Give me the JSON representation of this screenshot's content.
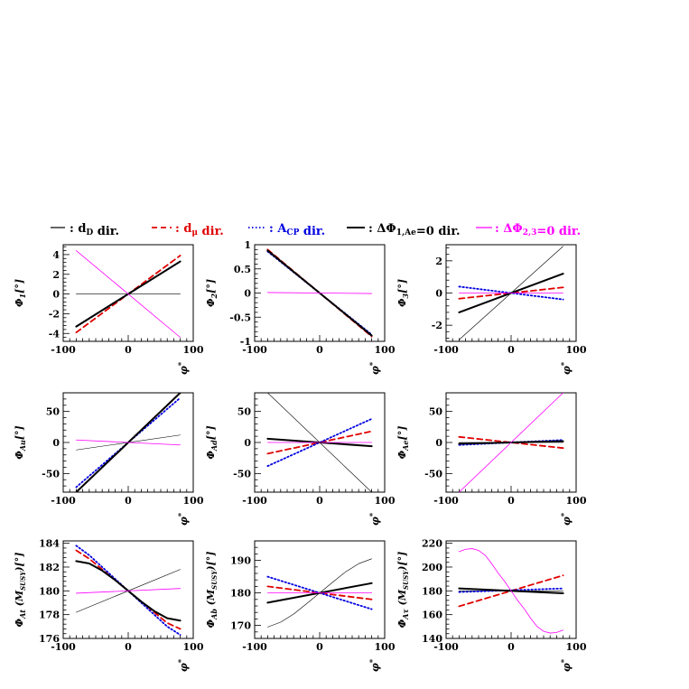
{
  "legend": [
    {
      "label": "— : d_D dir.",
      "color": "#000000",
      "style": "thin-solid"
    },
    {
      "label": "– – : d_μ dir.",
      "color": "#e00000",
      "style": "dashed"
    },
    {
      "label": "····· : A_CP dir.",
      "color": "#0000e0",
      "style": "dotted"
    },
    {
      "label": "— : ΔΦ_1,Ae=0 dir.",
      "color": "#000000",
      "style": "thick-solid"
    },
    {
      "label": "— : ΔΦ_2,3=0 dir.",
      "color": "#ff00ff",
      "style": "thin-solid"
    }
  ],
  "colors": {
    "dD": "#000000",
    "dmu": "#e00000",
    "acp": "#0000e0",
    "dphi1": "#000000",
    "dphi23": "#ff00ff"
  },
  "chart_data": [
    {
      "type": "line",
      "ylabel": "Φ1[°]",
      "xlabel": "φ*",
      "xlim": [
        -100,
        100
      ],
      "ylim": [
        -4.8,
        5
      ],
      "xticks": [
        -100,
        0,
        100
      ],
      "yticks": [
        -4,
        -2,
        0,
        2,
        4
      ],
      "series": [
        {
          "name": "d_D dir.",
          "style": "dD",
          "x": [
            -80,
            80
          ],
          "y": [
            0,
            0
          ]
        },
        {
          "name": "d_μ dir.",
          "style": "dmu",
          "x": [
            -80,
            80
          ],
          "y": [
            -3.9,
            3.9
          ]
        },
        {
          "name": "A_CP dir.",
          "style": "acp",
          "x": [
            -80,
            80
          ],
          "y": [
            -3.3,
            3.3
          ]
        },
        {
          "name": "ΔΦ_1,Ae=0 dir.",
          "style": "dphi1",
          "x": [
            -80,
            80
          ],
          "y": [
            -3.3,
            3.3
          ]
        },
        {
          "name": "ΔΦ_2,3=0 dir.",
          "style": "dphi23",
          "x": [
            -80,
            80
          ],
          "y": [
            4.4,
            -4.4
          ]
        }
      ]
    },
    {
      "type": "line",
      "ylabel": "Φ2[°]",
      "xlabel": "φ*",
      "xlim": [
        -100,
        100
      ],
      "ylim": [
        -1,
        1
      ],
      "xticks": [
        -100,
        0,
        100
      ],
      "yticks": [
        -1,
        -0.5,
        0,
        0.5,
        1
      ],
      "series": [
        {
          "name": "d_D dir.",
          "style": "dD",
          "x": [
            -80,
            80
          ],
          "y": [
            0.9,
            -0.9
          ]
        },
        {
          "name": "d_μ dir.",
          "style": "dmu",
          "x": [
            -80,
            80
          ],
          "y": [
            0.9,
            -0.9
          ]
        },
        {
          "name": "A_CP dir.",
          "style": "acp",
          "x": [
            -80,
            80
          ],
          "y": [
            0.86,
            -0.86
          ]
        },
        {
          "name": "ΔΦ_1,Ae=0 dir.",
          "style": "dphi1",
          "x": [
            -80,
            80
          ],
          "y": [
            0.88,
            -0.88
          ]
        },
        {
          "name": "ΔΦ_2,3=0 dir.",
          "style": "dphi23",
          "x": [
            -80,
            80
          ],
          "y": [
            0.01,
            -0.01
          ]
        }
      ]
    },
    {
      "type": "line",
      "ylabel": "Φ3[°]",
      "xlabel": "φ*",
      "xlim": [
        -100,
        100
      ],
      "ylim": [
        -3,
        3
      ],
      "xticks": [
        -100,
        0,
        100
      ],
      "yticks": [
        -2,
        0,
        2
      ],
      "series": [
        {
          "name": "d_D dir.",
          "style": "dD",
          "x": [
            -80,
            80
          ],
          "y": [
            -2.9,
            2.9
          ]
        },
        {
          "name": "d_μ dir.",
          "style": "dmu",
          "x": [
            -80,
            80
          ],
          "y": [
            -0.35,
            0.35
          ]
        },
        {
          "name": "A_CP dir.",
          "style": "acp",
          "x": [
            -80,
            80
          ],
          "y": [
            0.4,
            -0.4
          ]
        },
        {
          "name": "ΔΦ_1,Ae=0 dir.",
          "style": "dphi1",
          "x": [
            -80,
            80
          ],
          "y": [
            -1.2,
            1.2
          ]
        },
        {
          "name": "ΔΦ_2,3=0 dir.",
          "style": "dphi23",
          "x": [
            -80,
            80
          ],
          "y": [
            0,
            0
          ]
        }
      ]
    },
    {
      "type": "line",
      "ylabel": "Φ_Au[°]",
      "xlabel": "φ*",
      "xlim": [
        -100,
        100
      ],
      "ylim": [
        -80,
        80
      ],
      "xticks": [
        -100,
        0,
        100
      ],
      "yticks": [
        -50,
        0,
        50
      ],
      "series": [
        {
          "name": "d_D dir.",
          "style": "dD",
          "x": [
            -80,
            80
          ],
          "y": [
            -12,
            12
          ]
        },
        {
          "name": "d_μ dir.",
          "style": "dmu",
          "x": [
            -80,
            80
          ],
          "y": [
            -80,
            80
          ]
        },
        {
          "name": "A_CP dir.",
          "style": "acp",
          "x": [
            -80,
            80
          ],
          "y": [
            -72,
            72
          ]
        },
        {
          "name": "ΔΦ_1,Ae=0 dir.",
          "style": "dphi1",
          "x": [
            -80,
            80
          ],
          "y": [
            -80,
            80
          ]
        },
        {
          "name": "ΔΦ_2,3=0 dir.",
          "style": "dphi23",
          "x": [
            -80,
            80
          ],
          "y": [
            4,
            -4
          ]
        }
      ]
    },
    {
      "type": "line",
      "ylabel": "Φ_Ad[°]",
      "xlabel": "φ*",
      "xlim": [
        -100,
        100
      ],
      "ylim": [
        -80,
        80
      ],
      "xticks": [
        -100,
        0,
        100
      ],
      "yticks": [
        -50,
        0,
        50
      ],
      "series": [
        {
          "name": "d_D dir.",
          "style": "dD",
          "x": [
            -80,
            80
          ],
          "y": [
            80,
            -80
          ]
        },
        {
          "name": "d_μ dir.",
          "style": "dmu",
          "x": [
            -80,
            80
          ],
          "y": [
            -18,
            18
          ]
        },
        {
          "name": "A_CP dir.",
          "style": "acp",
          "x": [
            -80,
            80
          ],
          "y": [
            -38,
            38
          ]
        },
        {
          "name": "ΔΦ_1,Ae=0 dir.",
          "style": "dphi1",
          "x": [
            -80,
            80
          ],
          "y": [
            6,
            -6
          ]
        },
        {
          "name": "ΔΦ_2,3=0 dir.",
          "style": "dphi23",
          "x": [
            -80,
            80
          ],
          "y": [
            0,
            0
          ]
        }
      ]
    },
    {
      "type": "line",
      "ylabel": "Φ_Ae[°]",
      "xlabel": "φ*",
      "xlim": [
        -100,
        100
      ],
      "ylim": [
        -80,
        80
      ],
      "xticks": [
        -100,
        0,
        100
      ],
      "yticks": [
        -50,
        0,
        50
      ],
      "series": [
        {
          "name": "d_D dir.",
          "style": "dD",
          "x": [
            -80,
            80
          ],
          "y": [
            0,
            0
          ]
        },
        {
          "name": "d_μ dir.",
          "style": "dmu",
          "x": [
            -80,
            80
          ],
          "y": [
            9,
            -9
          ]
        },
        {
          "name": "A_CP dir.",
          "style": "acp",
          "x": [
            -80,
            80
          ],
          "y": [
            -4,
            4
          ]
        },
        {
          "name": "ΔΦ_1,Ae=0 dir.",
          "style": "dphi1",
          "x": [
            -80,
            80
          ],
          "y": [
            -2,
            2
          ]
        },
        {
          "name": "ΔΦ_2,3=0 dir.",
          "style": "dphi23",
          "x": [
            -80,
            80
          ],
          "y": [
            -80,
            80
          ]
        }
      ]
    },
    {
      "type": "line",
      "ylabel": "Φ_At (M_SUSY)[°]",
      "xlabel": "φ*",
      "xlim": [
        -100,
        100
      ],
      "ylim": [
        176,
        184.2
      ],
      "xticks": [
        -100,
        0,
        100
      ],
      "yticks": [
        176,
        178,
        180,
        182,
        184
      ],
      "series": [
        {
          "name": "d_D dir.",
          "style": "dD",
          "x": [
            -80,
            80
          ],
          "y": [
            178.2,
            181.8
          ]
        },
        {
          "name": "d_μ dir.",
          "style": "dmu",
          "x": [
            -80,
            -60,
            -40,
            -20,
            0,
            20,
            40,
            60,
            80
          ],
          "y": [
            183.4,
            182.7,
            181.8,
            180.9,
            180.0,
            179.1,
            178.2,
            177.3,
            176.8
          ]
        },
        {
          "name": "A_CP dir.",
          "style": "acp",
          "x": [
            -80,
            -60,
            -40,
            -20,
            0,
            20,
            40,
            60,
            80
          ],
          "y": [
            183.8,
            183.0,
            182.0,
            181.0,
            180.0,
            179.0,
            178.0,
            177.0,
            176.3
          ]
        },
        {
          "name": "ΔΦ_1,Ae=0 dir.",
          "style": "dphi1",
          "x": [
            -80,
            -60,
            -40,
            -20,
            0,
            20,
            40,
            60,
            80
          ],
          "y": [
            182.5,
            182.3,
            181.7,
            180.9,
            180.0,
            179.1,
            178.3,
            177.7,
            177.5
          ]
        },
        {
          "name": "ΔΦ_2,3=0 dir.",
          "style": "dphi23",
          "x": [
            -80,
            80
          ],
          "y": [
            179.8,
            180.2
          ]
        }
      ]
    },
    {
      "type": "line",
      "ylabel": "Φ_Ab (M_SUSY)[°]",
      "xlabel": "φ*",
      "xlim": [
        -100,
        100
      ],
      "ylim": [
        166,
        196
      ],
      "xticks": [
        -100,
        0,
        100
      ],
      "yticks": [
        170,
        180,
        190
      ],
      "series": [
        {
          "name": "d_D dir.",
          "style": "dD",
          "x": [
            -80,
            -60,
            -40,
            -20,
            0,
            20,
            40,
            60,
            80
          ],
          "y": [
            169.5,
            171.0,
            173.5,
            176.7,
            180.0,
            183.3,
            186.5,
            189.0,
            190.5
          ]
        },
        {
          "name": "d_μ dir.",
          "style": "dmu",
          "x": [
            -80,
            80
          ],
          "y": [
            182,
            178
          ]
        },
        {
          "name": "A_CP dir.",
          "style": "acp",
          "x": [
            -80,
            80
          ],
          "y": [
            185,
            175
          ]
        },
        {
          "name": "ΔΦ_1,Ae=0 dir.",
          "style": "dphi1",
          "x": [
            -80,
            80
          ],
          "y": [
            177,
            183
          ]
        },
        {
          "name": "ΔΦ_2,3=0 dir.",
          "style": "dphi23",
          "x": [
            -80,
            80
          ],
          "y": [
            180,
            180
          ]
        }
      ]
    },
    {
      "type": "line",
      "ylabel": "Φ_Aτ (M_SUSY)[°]",
      "xlabel": "φ*",
      "xlim": [
        -100,
        100
      ],
      "ylim": [
        140,
        222
      ],
      "xticks": [
        -100,
        0,
        100
      ],
      "yticks": [
        140,
        160,
        180,
        200,
        220
      ],
      "series": [
        {
          "name": "d_D dir.",
          "style": "dD",
          "x": [
            -80,
            80
          ],
          "y": [
            180,
            180
          ]
        },
        {
          "name": "d_μ dir.",
          "style": "dmu",
          "x": [
            -80,
            80
          ],
          "y": [
            167,
            193
          ]
        },
        {
          "name": "A_CP dir.",
          "style": "acp",
          "x": [
            -80,
            80
          ],
          "y": [
            179,
            182
          ]
        },
        {
          "name": "ΔΦ_1,Ae=0 dir.",
          "style": "dphi1",
          "x": [
            -80,
            80
          ],
          "y": [
            182,
            178
          ]
        },
        {
          "name": "ΔΦ_2,3=0 dir.",
          "style": "dphi23",
          "x": [
            -80,
            -70,
            -60,
            -50,
            -40,
            -30,
            -20,
            -10,
            0,
            10,
            20,
            30,
            40,
            50,
            60,
            70,
            80
          ],
          "y": [
            213,
            215,
            215.5,
            214,
            210,
            203,
            195,
            188,
            180,
            172,
            165,
            157,
            150,
            146,
            144.5,
            145,
            147
          ]
        }
      ]
    }
  ]
}
